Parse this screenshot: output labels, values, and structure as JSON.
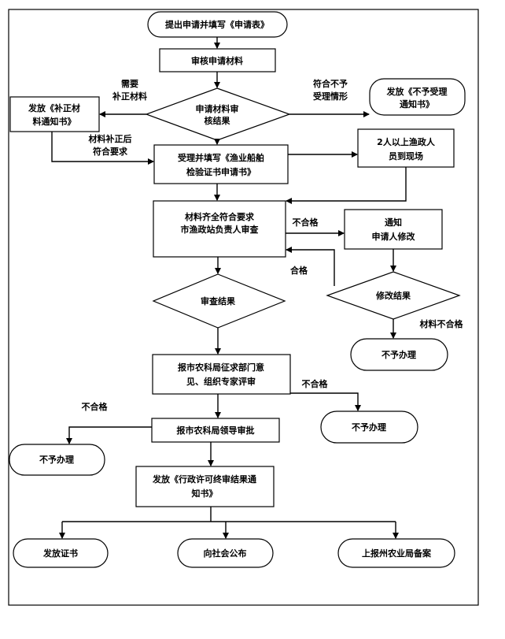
{
  "nodes": {
    "start": "提出申请并填写《申请表》",
    "review_materials": "审核申请材料",
    "decision_review": [
      "申请材料审",
      "核结果"
    ],
    "notice_supplement": [
      "发放《补正材",
      "料通知书》"
    ],
    "notice_reject": [
      "发放《不予受理",
      "通知书》"
    ],
    "accept_fill": [
      "受理并填写《渔业船舶",
      "检验证书申请书》"
    ],
    "site_visit": [
      "2人以上渔政人",
      "员到现场"
    ],
    "station_review": [
      "材料齐全符合要求",
      "市渔政站负责人审查"
    ],
    "notify_modify": [
      "通知",
      "申请人修改"
    ],
    "decision_modify": "修改结果",
    "decision_check": "审查结果",
    "reject_1": "不予办理",
    "bureau_opinion": [
      "报市农科局征求部门意",
      "见、组织专家评审"
    ],
    "reject_2": "不予办理",
    "leader_approval": "报市农科局领导审批",
    "reject_3": "不予办理",
    "final_notice": [
      "发放《行政许可终审结果通",
      "知书》"
    ],
    "issue_cert": "发放证书",
    "publish": "向社会公布",
    "report": "上报州农业局备案"
  },
  "edges": {
    "need_supplement": [
      "需要",
      "补正材料"
    ],
    "not_meet": [
      "符合不予",
      "受理情形"
    ],
    "after_supplement": [
      "材料补正后",
      "符合要求"
    ],
    "fail_1": "不合格",
    "pass_1": "合格",
    "fail_modify": "材料不合格",
    "fail_2": "不合格",
    "fail_3": "不合格"
  }
}
